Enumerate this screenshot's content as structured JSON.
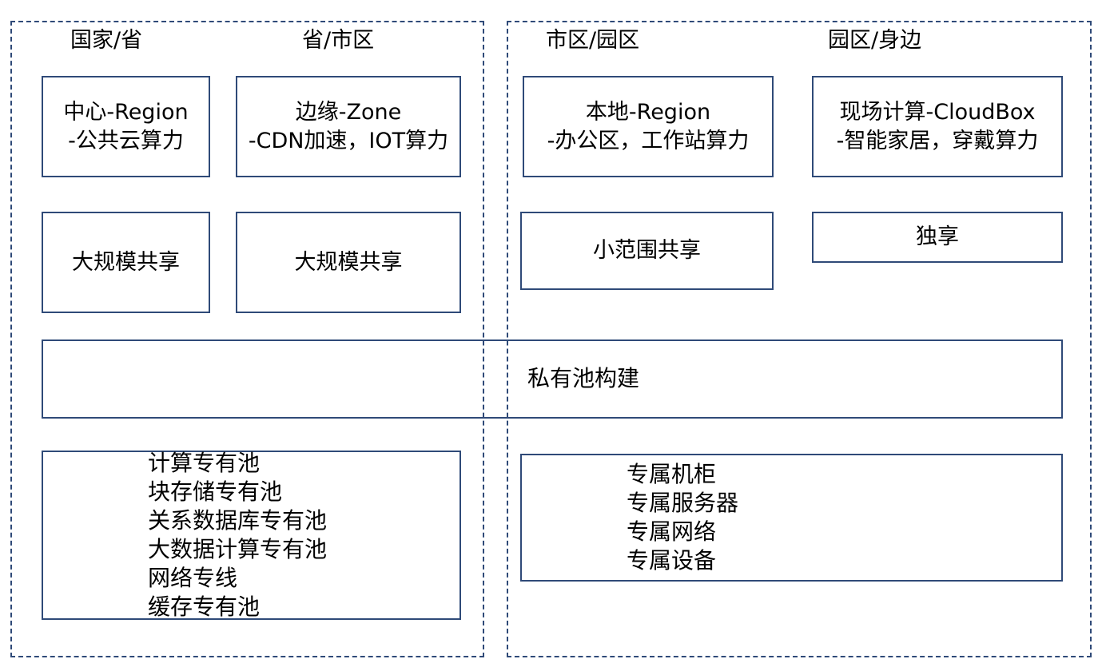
{
  "columns": [
    {
      "label": "国家/省"
    },
    {
      "label": "省/市区"
    },
    {
      "label": "市区/园区"
    },
    {
      "label": "园区/身边"
    }
  ],
  "zone_boxes": [
    {
      "line1": "中心-Region",
      "line2": "-公共云算力"
    },
    {
      "line1": "边缘-Zone",
      "line2": "-CDN加速，IOT算力"
    },
    {
      "line1": "本地-Region",
      "line2": "-办公区，工作站算力"
    },
    {
      "line1": "现场计算-CloudBox",
      "line2": "-智能家居，穿戴算力"
    }
  ],
  "sharing_boxes": [
    {
      "label": "大规模共享"
    },
    {
      "label": "大规模共享"
    },
    {
      "label": "小范围共享"
    },
    {
      "label": "独享"
    }
  ],
  "private_pool": {
    "label": "私有池构建"
  },
  "dedicated_pools": {
    "items": [
      "计算专有池",
      "块存储专有池",
      "关系数据库专有池",
      "大数据计算专有池",
      "网络专线",
      "缓存专有池"
    ]
  },
  "dedicated_resources": {
    "items": [
      "专属机柜",
      "专属服务器",
      "专属网络",
      "专属设备"
    ]
  }
}
